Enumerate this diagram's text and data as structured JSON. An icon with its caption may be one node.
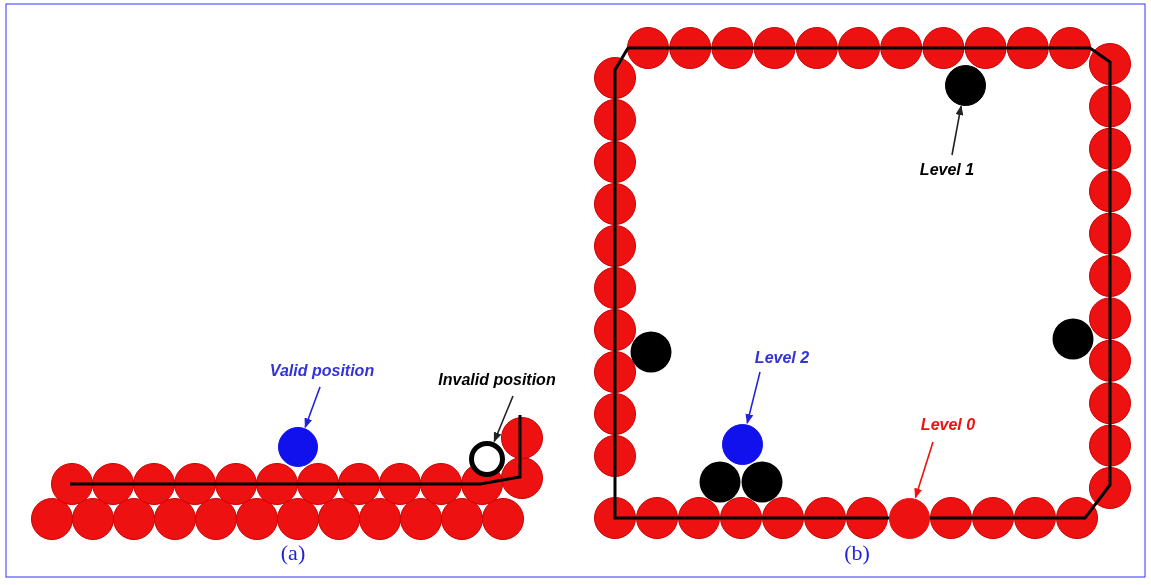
{
  "diagram": {
    "nodes": [
      {
        "text": [
          "Valid position"
        ]
      },
      {
        "text": [],
        "shape": "circle"
      },
      {
        "text": [
          "Invalid position"
        ]
      },
      {
        "text": [],
        "shape": "circle"
      },
      {
        "text": [
          "Level 1"
        ]
      },
      {
        "text": [],
        "shape": "circle"
      },
      {
        "text": [
          "Level 2"
        ]
      },
      {
        "text": [],
        "shape": "circle"
      },
      {
        "text": [
          "Level 0"
        ]
      },
      {
        "text": [],
        "shape": "circle"
      }
    ],
    "edges": [
      {
        "from": 0,
        "to": 1,
        "arrow": "to",
        "color": "#2222dd"
      },
      {
        "from": 2,
        "to": 3,
        "arrow": "to",
        "color": "#222222"
      },
      {
        "from": 4,
        "to": 5,
        "arrow": "to",
        "color": "#222222"
      },
      {
        "from": 6,
        "to": 7,
        "arrow": "to",
        "color": "#2222dd"
      },
      {
        "from": 8,
        "to": 9,
        "arrow": "to",
        "color": "#ee1111"
      }
    ],
    "labels": [
      "(a)",
      "(b)"
    ]
  }
}
